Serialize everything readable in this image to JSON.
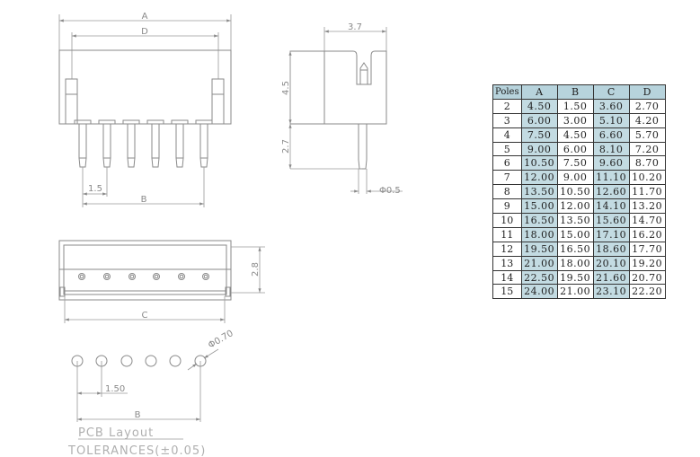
{
  "front_view": {
    "dim_a": "A",
    "dim_d": "D",
    "dim_pitch": "1.5",
    "dim_b": "B"
  },
  "side_view": {
    "dim_width": "3.7",
    "dim_height": "4.5",
    "dim_pin_length": "2.7",
    "dim_pin_dia": "Φ0.5"
  },
  "top_view": {
    "dim_depth": "2.8",
    "dim_c": "C"
  },
  "pcb_layout": {
    "dim_hole_dia": "Φ0.70",
    "dim_pitch": "1.50",
    "dim_b": "B",
    "title": "PCB Layout",
    "tolerance": "TOLERANCES(±0.05)"
  },
  "colors": {
    "highlight": "#b7d3dc",
    "line": "#8a8a8a"
  },
  "table": {
    "headers": [
      "Poles",
      "A",
      "B",
      "C",
      "D"
    ],
    "rows": [
      [
        "2",
        "4.50",
        "1.50",
        "3.60",
        "2.70"
      ],
      [
        "3",
        "6.00",
        "3.00",
        "5.10",
        "4.20"
      ],
      [
        "4",
        "7.50",
        "4.50",
        "6.60",
        "5.70"
      ],
      [
        "5",
        "9.00",
        "6.00",
        "8.10",
        "7.20"
      ],
      [
        "6",
        "10.50",
        "7.50",
        "9.60",
        "8.70"
      ],
      [
        "7",
        "12.00",
        "9.00",
        "11.10",
        "10.20"
      ],
      [
        "8",
        "13.50",
        "10.50",
        "12.60",
        "11.70"
      ],
      [
        "9",
        "15.00",
        "12.00",
        "14.10",
        "13.20"
      ],
      [
        "10",
        "16.50",
        "13.50",
        "15.60",
        "14.70"
      ],
      [
        "11",
        "18.00",
        "15.00",
        "17.10",
        "16.20"
      ],
      [
        "12",
        "19.50",
        "16.50",
        "18.60",
        "17.70"
      ],
      [
        "13",
        "21.00",
        "18.00",
        "20.10",
        "19.20"
      ],
      [
        "14",
        "22.50",
        "19.50",
        "21.60",
        "20.70"
      ],
      [
        "15",
        "24.00",
        "21.00",
        "23.10",
        "22.20"
      ]
    ]
  }
}
